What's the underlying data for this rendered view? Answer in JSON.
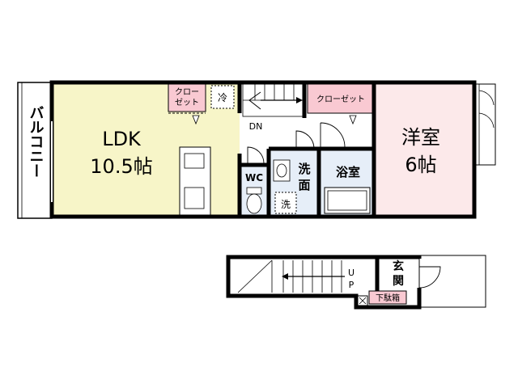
{
  "rooms": {
    "balcony": "バルコニー",
    "ldk_name": "LDK",
    "ldk_size": "10.5帖",
    "western_name": "洋室",
    "western_size": "6帖",
    "bath": "浴室",
    "toilet": "WC",
    "washroom_line1": "洗",
    "washroom_line2": "面",
    "entrance_line1": "玄",
    "entrance_line2": "関"
  },
  "fixtures": {
    "closet_small_line1": "クロー",
    "closet_small_line2": "ゼット",
    "closet_large": "クローゼット",
    "fridge": "冷",
    "washer": "洗",
    "shoe_box": "下駄箱"
  },
  "stairs": {
    "down": "DN",
    "up_line1": "U",
    "up_line2": "P"
  },
  "colors": {
    "ldk_fill": "#f7f5c8",
    "western_fill": "#fce9ea",
    "wet_fill": "#e6eef8",
    "closet_fill": "#f9c9d2",
    "wall": "#000000"
  }
}
